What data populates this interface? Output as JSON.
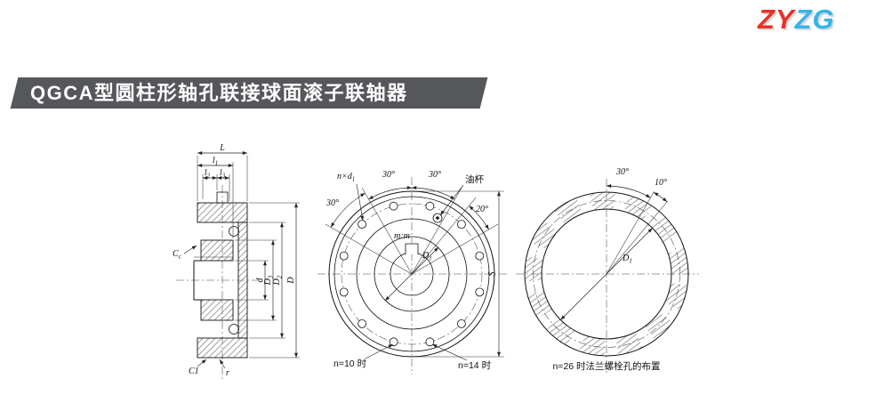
{
  "logo": {
    "zy": "ZY",
    "zg": "ZG",
    "zy_color": "#e63229",
    "zg_color": "#36b5e8"
  },
  "banner": {
    "title": "QGCA型圆柱形轴孔联接球面滚子联轴器",
    "bg_color": "#56575b",
    "text_color": "#ffffff"
  },
  "fig_side_view": {
    "labels": {
      "L": "L",
      "l1": {
        "base": "l",
        "sub": "1"
      },
      "l2": {
        "base": "l",
        "sub": "2"
      },
      "l3": {
        "base": "l",
        "sub": "3"
      },
      "Cc": {
        "base": "C",
        "sub": "c"
      },
      "d": "d",
      "D3": {
        "base": "D",
        "sub": "3"
      },
      "D2": {
        "base": "D",
        "sub": "2"
      },
      "D": "D",
      "C1": "C1",
      "r": "r"
    }
  },
  "fig_front_view": {
    "labels": {
      "n_d1": {
        "base": "n×d",
        "sub": "1"
      },
      "angle30_top_left": "30°",
      "angle30_top_right": "30°",
      "oil_cup": "油杯",
      "angle30_left": "30°",
      "angle20_right": "20°",
      "mm": "m:m",
      "D1": {
        "base": "D",
        "sub": "1"
      },
      "S": "S",
      "n10": "n=10 时",
      "n14": "n=14 时"
    }
  },
  "fig_flange_view": {
    "labels": {
      "angle30": "30°",
      "angle10": "10°",
      "D1": {
        "base": "D",
        "sub": "1"
      },
      "caption": "n=26 时法兰螺栓孔的布置"
    }
  }
}
